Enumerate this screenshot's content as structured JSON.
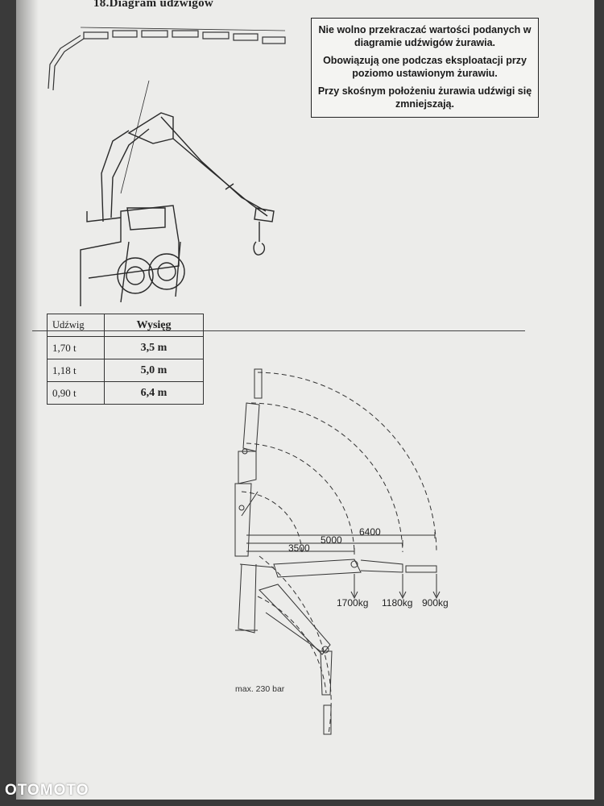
{
  "heading": "18.Diagram udźwigów",
  "notice": {
    "p1": "Nie wolno przekraczać wartości podanych w diagramie udźwigów żurawia.",
    "p2": "Obowiązują one podczas eksploatacji przy poziomo ustawionym żurawiu.",
    "p3": "Przy skośnym położeniu żurawia udźwigi się zmniejszają."
  },
  "table": {
    "header_load": "Udźwig",
    "header_reach": "Wysięg",
    "rows": [
      {
        "load": "1,70 t",
        "reach": "3,5 m"
      },
      {
        "load": "1,18 t",
        "reach": "5,0 m"
      },
      {
        "load": "0,90 t",
        "reach": "6,4 m"
      }
    ]
  },
  "diagram": {
    "reach_labels": [
      "3500",
      "5000",
      "6400"
    ],
    "load_labels": [
      "1700kg",
      "1180kg",
      "900kg"
    ],
    "pressure": "max. 230 bar"
  },
  "watermark": "OTOMOTO"
}
